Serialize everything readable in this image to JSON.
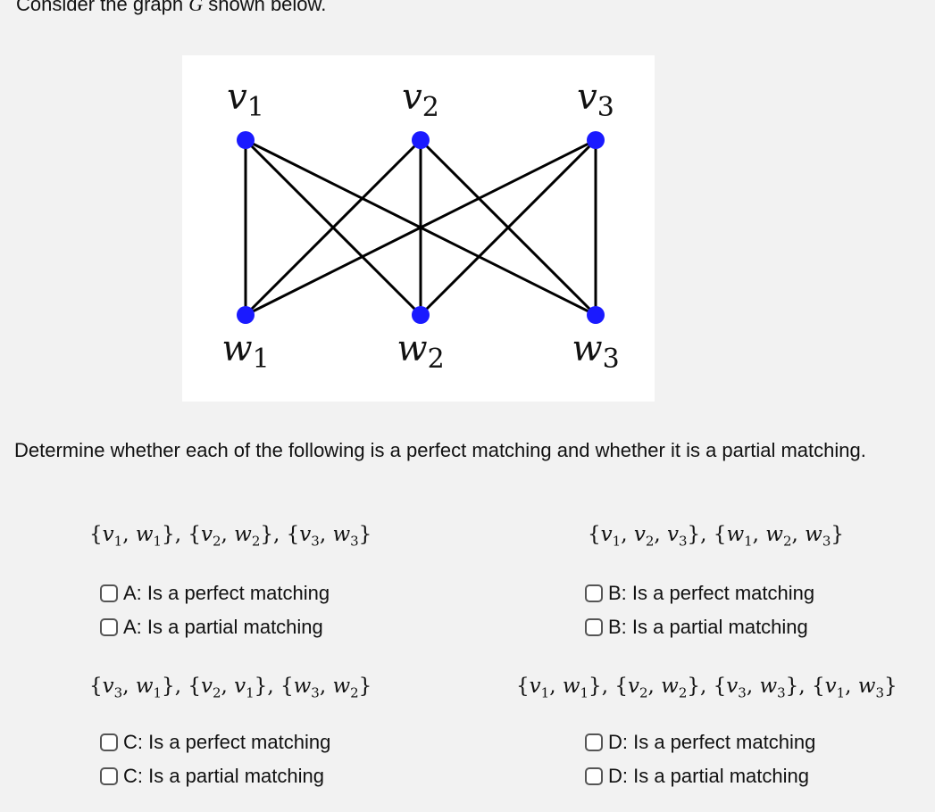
{
  "intro": {
    "before": "Consider the graph ",
    "graph_symbol": "G",
    "after": " shown below."
  },
  "graph": {
    "top_vertices": [
      {
        "letter": "v",
        "index": "1"
      },
      {
        "letter": "v",
        "index": "2"
      },
      {
        "letter": "v",
        "index": "3"
      }
    ],
    "bottom_vertices": [
      {
        "letter": "w",
        "index": "1"
      },
      {
        "letter": "w",
        "index": "2"
      },
      {
        "letter": "w",
        "index": "3"
      }
    ],
    "edges": [
      [
        "v1",
        "w1"
      ],
      [
        "v1",
        "w2"
      ],
      [
        "v1",
        "w3"
      ],
      [
        "v2",
        "w1"
      ],
      [
        "v2",
        "w2"
      ],
      [
        "v2",
        "w3"
      ],
      [
        "v3",
        "w1"
      ],
      [
        "v3",
        "w2"
      ],
      [
        "v3",
        "w3"
      ]
    ],
    "vertex_color": "#1a1aff",
    "edge_color": "#000000"
  },
  "prompt": "Determine whether each of the following is a perfect matching and whether it is a partial matching.",
  "questions": [
    {
      "id": "A",
      "set": [
        [
          [
            "v",
            "1"
          ],
          [
            "w",
            "1"
          ]
        ],
        [
          [
            "v",
            "2"
          ],
          [
            "w",
            "2"
          ]
        ],
        [
          [
            "v",
            "3"
          ],
          [
            "w",
            "3"
          ]
        ]
      ],
      "options": [
        "A: Is a perfect matching",
        "A: Is a partial matching"
      ]
    },
    {
      "id": "B",
      "set": [
        [
          [
            "v",
            "1"
          ],
          [
            "v",
            "2"
          ],
          [
            "v",
            "3"
          ]
        ],
        [
          [
            "w",
            "1"
          ],
          [
            "w",
            "2"
          ],
          [
            "w",
            "3"
          ]
        ]
      ],
      "options": [
        "B: Is a perfect matching",
        "B: Is a partial matching"
      ]
    },
    {
      "id": "C",
      "set": [
        [
          [
            "v",
            "3"
          ],
          [
            "w",
            "1"
          ]
        ],
        [
          [
            "v",
            "2"
          ],
          [
            "v",
            "1"
          ]
        ],
        [
          [
            "w",
            "3"
          ],
          [
            "w",
            "2"
          ]
        ]
      ],
      "options": [
        "C: Is a perfect matching",
        "C: Is a partial matching"
      ]
    },
    {
      "id": "D",
      "set": [
        [
          [
            "v",
            "1"
          ],
          [
            "w",
            "1"
          ]
        ],
        [
          [
            "v",
            "2"
          ],
          [
            "w",
            "2"
          ]
        ],
        [
          [
            "v",
            "3"
          ],
          [
            "w",
            "3"
          ]
        ],
        [
          [
            "v",
            "1"
          ],
          [
            "w",
            "3"
          ]
        ]
      ],
      "options": [
        "D: Is a perfect matching",
        "D: Is a partial matching"
      ]
    }
  ]
}
